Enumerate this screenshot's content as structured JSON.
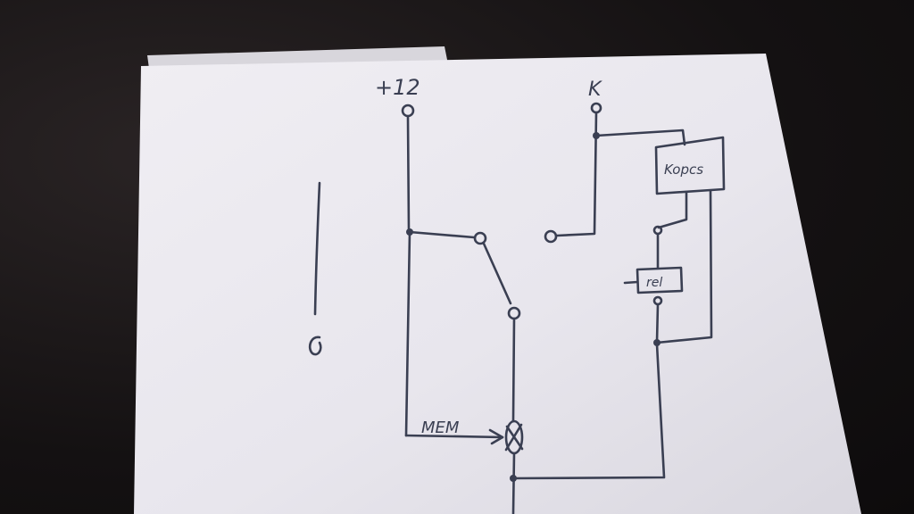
{
  "diagram": {
    "terminals": {
      "plus12_label": "+12",
      "k_label": "K"
    },
    "labels": {
      "box_label": "Kopcs",
      "relay_label": "rel",
      "mem_label": "MEM"
    },
    "colors": {
      "ink": "#3a3f52",
      "paper": "#eceaf0"
    }
  }
}
